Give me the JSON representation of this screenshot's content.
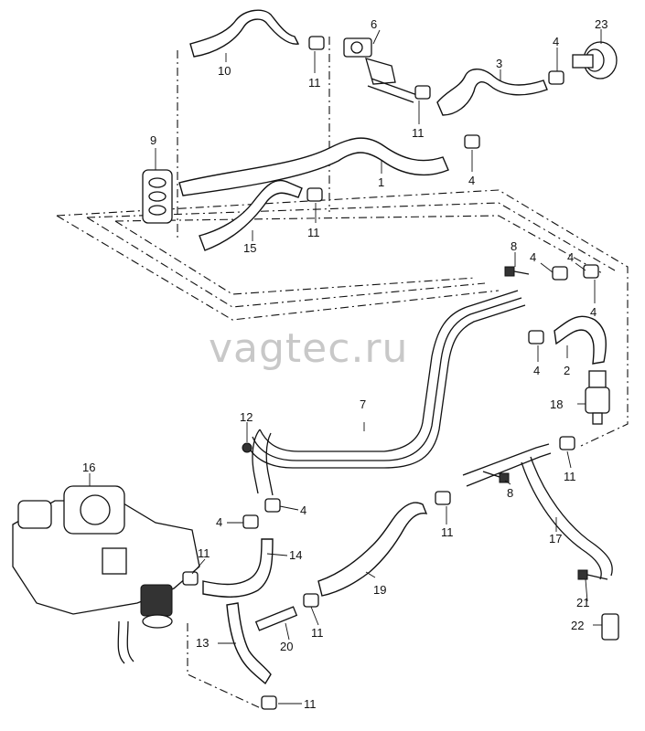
{
  "watermark": "vagtec.ru",
  "callouts": {
    "p1": "1",
    "p2": "2",
    "p3": "3",
    "p4a": "4",
    "p4b": "4",
    "p4c": "4",
    "p4d": "4",
    "p4e": "4",
    "p4f": "4",
    "p4g": "4",
    "p6": "6",
    "p7": "7",
    "p8a": "8",
    "p8b": "8",
    "p9": "9",
    "p10": "10",
    "p11a": "11",
    "p11b": "11",
    "p11c": "11",
    "p11d": "11",
    "p11e": "11",
    "p11f": "11",
    "p11g": "11",
    "p11h": "11",
    "p12": "12",
    "p13": "13",
    "p14": "14",
    "p15": "15",
    "p16": "16",
    "p17": "17",
    "p18": "18",
    "p19": "19",
    "p20": "20",
    "p21": "21",
    "p22": "22",
    "p23": "23"
  }
}
